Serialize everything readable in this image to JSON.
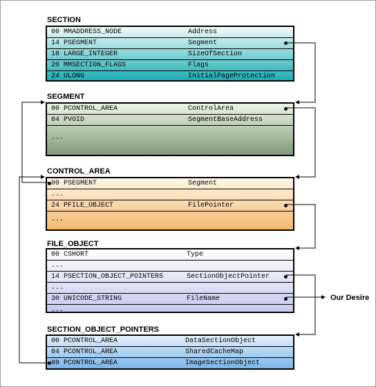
{
  "section": {
    "title": "SECTION",
    "rows": [
      {
        "left": "00 MMADDRESS_NODE",
        "right": "Address"
      },
      {
        "left": "14 PSEGMENT",
        "right": "Segment"
      },
      {
        "left": "18 LARGE_INTEGER",
        "right": "SizeOfSection"
      },
      {
        "left": "20 MMSECTION_FLAGS",
        "right": "Flags"
      },
      {
        "left": "24 ULONG",
        "right": "InitialPageProtection"
      }
    ]
  },
  "segment": {
    "title": "SEGMENT",
    "rows": [
      {
        "left": "00 PCONTROL_AREA",
        "right": "ControlArea"
      },
      {
        "left": "04 PVOID",
        "right": "SegmentBaseAddress"
      }
    ],
    "ellipsis": "..."
  },
  "control_area": {
    "title": "CONTROL_AREA",
    "row0": {
      "left": "00 PSEGMENT",
      "right": "Segment"
    },
    "ellipsis1": "...",
    "row1": {
      "left": "24 PFILE_OBJECT",
      "right": "FilePointer"
    },
    "ellipsis2": "..."
  },
  "file_object": {
    "title": "FILE_OBJECT",
    "row0": {
      "left": "00 CSHORT",
      "right": "Type"
    },
    "ellipsis1": "...",
    "row1": {
      "left": "14 PSECTION_OBJECT_POINTERS",
      "right": "SectionObjectPointer"
    },
    "ellipsis2": "...",
    "row2": {
      "left": "30 UNICODE_STRING",
      "right": "FileName"
    },
    "ellipsis3": "..."
  },
  "section_object_pointers": {
    "title": "SECTION_OBJECT_POINTERS",
    "rows": [
      {
        "left": "00 PCONTROL_AREA",
        "right": "DataSectionObject"
      },
      {
        "left": "04 PCONTROL_AREA",
        "right": "SharedCacheMap"
      },
      {
        "left": "08 PCONTROL_AREA",
        "right": "ImageSectionObject"
      }
    ]
  },
  "annotation": "Our Desire",
  "colors": {
    "section_top": "#f4fbfb",
    "section_bottom": "#1aaeb4",
    "segment_top": "#eef5e6",
    "segment_bottom": "#7f9a7a",
    "control_top": "#fff8e8",
    "control_bottom": "#f4b870",
    "file_top": "#ffffff",
    "file_bottom": "#c8c8ee",
    "sop_top": "#e4f0fa",
    "sop_bottom": "#7ab6ea"
  }
}
